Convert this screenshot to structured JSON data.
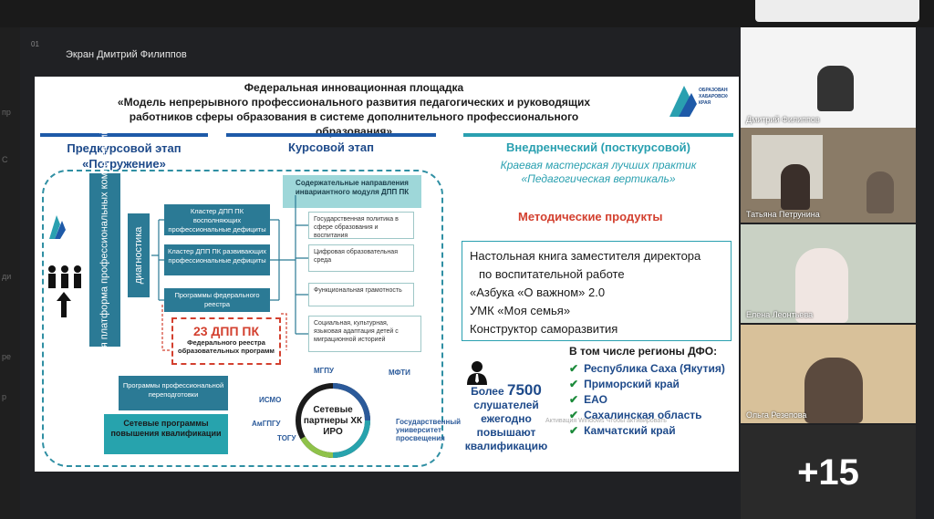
{
  "screen_label": "Экран Дмитрий Филиппов",
  "slide": {
    "title_lines": [
      "Федеральная инновационная площадка",
      "«Модель непрерывного профессионального развития педагогических и руководящих",
      "работников сферы образования в системе дополнительного профессионального образования»"
    ],
    "logo_text": "ОБРАЗОВАНИЕ ХАБАРОВСКОГО КРАЯ",
    "stages": {
      "pre": "Предкурсовой этап «Погружение»",
      "course": "Курсовой этап",
      "post": "Внедренческий (посткурсовой)",
      "post_sub": "Краевая мастерская лучших практик «Педагогическая вертикаль»"
    },
    "platform": "Цифровая платформа профессиональных компетенций",
    "diagnostics": "диагностика",
    "clusters": [
      "Кластер ДПП ПК восполняющих профессиональные дефициты",
      "Кластер ДПП ПК развивающих профессиональные дефициты",
      "Программы федерального реестра"
    ],
    "content_head": "Содержательные направления инвариантного модуля ДПП ПК",
    "content_items": [
      "Государственная политика в сфере образования и воспитания",
      "Цифровая образовательная среда",
      "Функциональная грамотность",
      "Социальная, культурная, языковая адаптация детей с миграционной историей"
    ],
    "dpp": {
      "big": "23 ДПП ПК",
      "small": "Федерального реестра образовательных программ"
    },
    "retraining": "Программы профессиональной переподготовки",
    "network_programs": "Сетевые программы повышения квалификации",
    "partners": {
      "center": "Сетевые партнеры ХК ИРО",
      "labels": [
        "МГПУ",
        "МФТИ",
        "ИСМО",
        "АмГПГУ",
        "ТОГУ"
      ],
      "gov_univ": "Государственный университет просвещения"
    },
    "method_title": "Методические продукты",
    "products": [
      "Настольная книга заместителя директора",
      "по воспитательной работе",
      "«Азбука «О важном» 2.0",
      "УМК «Моя семья»",
      "Конструктор саморазвития"
    ],
    "listeners": {
      "pre": "Более",
      "num": "7500",
      "post": "слушателей ежегодно повышают квалификацию"
    },
    "watermark": "Активация Windows Чтобы активировать",
    "regions_title": "В том числе регионы ДФО:",
    "regions": [
      "Республика Саха (Якутия)",
      "Приморский край",
      "ЕАО",
      "Сахалинская область",
      "Камчатский край"
    ]
  },
  "participants": [
    {
      "name": "Дмитрий Филиппов"
    },
    {
      "name": "Татьяна Петрунина"
    },
    {
      "name": "Елена Леонтьева"
    },
    {
      "name": "Ольга Резепова"
    }
  ],
  "more_count": "+15"
}
